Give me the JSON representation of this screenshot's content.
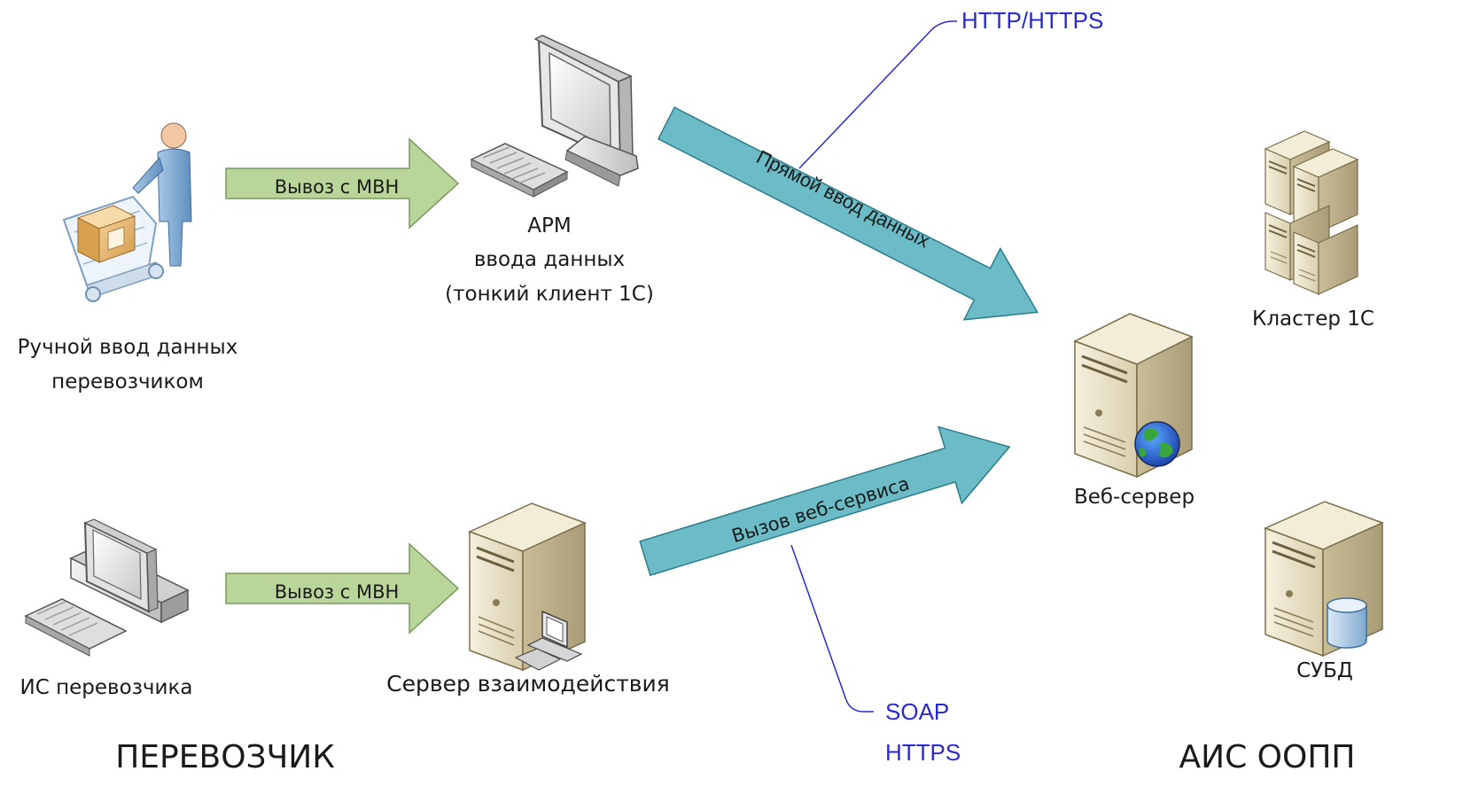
{
  "nodes": {
    "manual": {
      "label_lines": [
        "Ручной ввод данных",
        "перевозчиком"
      ]
    },
    "arm": {
      "label_lines": [
        "АРМ",
        "ввода данных",
        "(тонкий клиент 1С)"
      ]
    },
    "carrier_is": {
      "label": "ИС перевозчика"
    },
    "interaction_server": {
      "label": "Сервер взаимодействия"
    },
    "web_server": {
      "label": "Веб-сервер"
    },
    "cluster": {
      "label": "Кластер 1С"
    },
    "dbms": {
      "label": "СУБД"
    }
  },
  "arrows": {
    "top_green": {
      "label": "Вывоз с МВН"
    },
    "bottom_green": {
      "label": "Вывоз с МВН"
    },
    "direct_input": {
      "label": "Прямой ввод данных"
    },
    "web_service_call": {
      "label": "Вызов веб-сервиса"
    }
  },
  "protocols": {
    "top": {
      "label": "HTTP/HTTPS"
    },
    "bottom": {
      "lines": [
        "SOAP",
        "HTTPS"
      ]
    }
  },
  "groups": {
    "carrier": {
      "label": "ПЕРЕВОЗЧИК"
    },
    "ais": {
      "label": "АИС ООПП"
    }
  },
  "colors": {
    "green_arrow": "#b9d59a",
    "teal_arrow": "#6cbcc8",
    "protocol_blue": "#2a2ad0",
    "server_beige": "#e8dfc4"
  }
}
